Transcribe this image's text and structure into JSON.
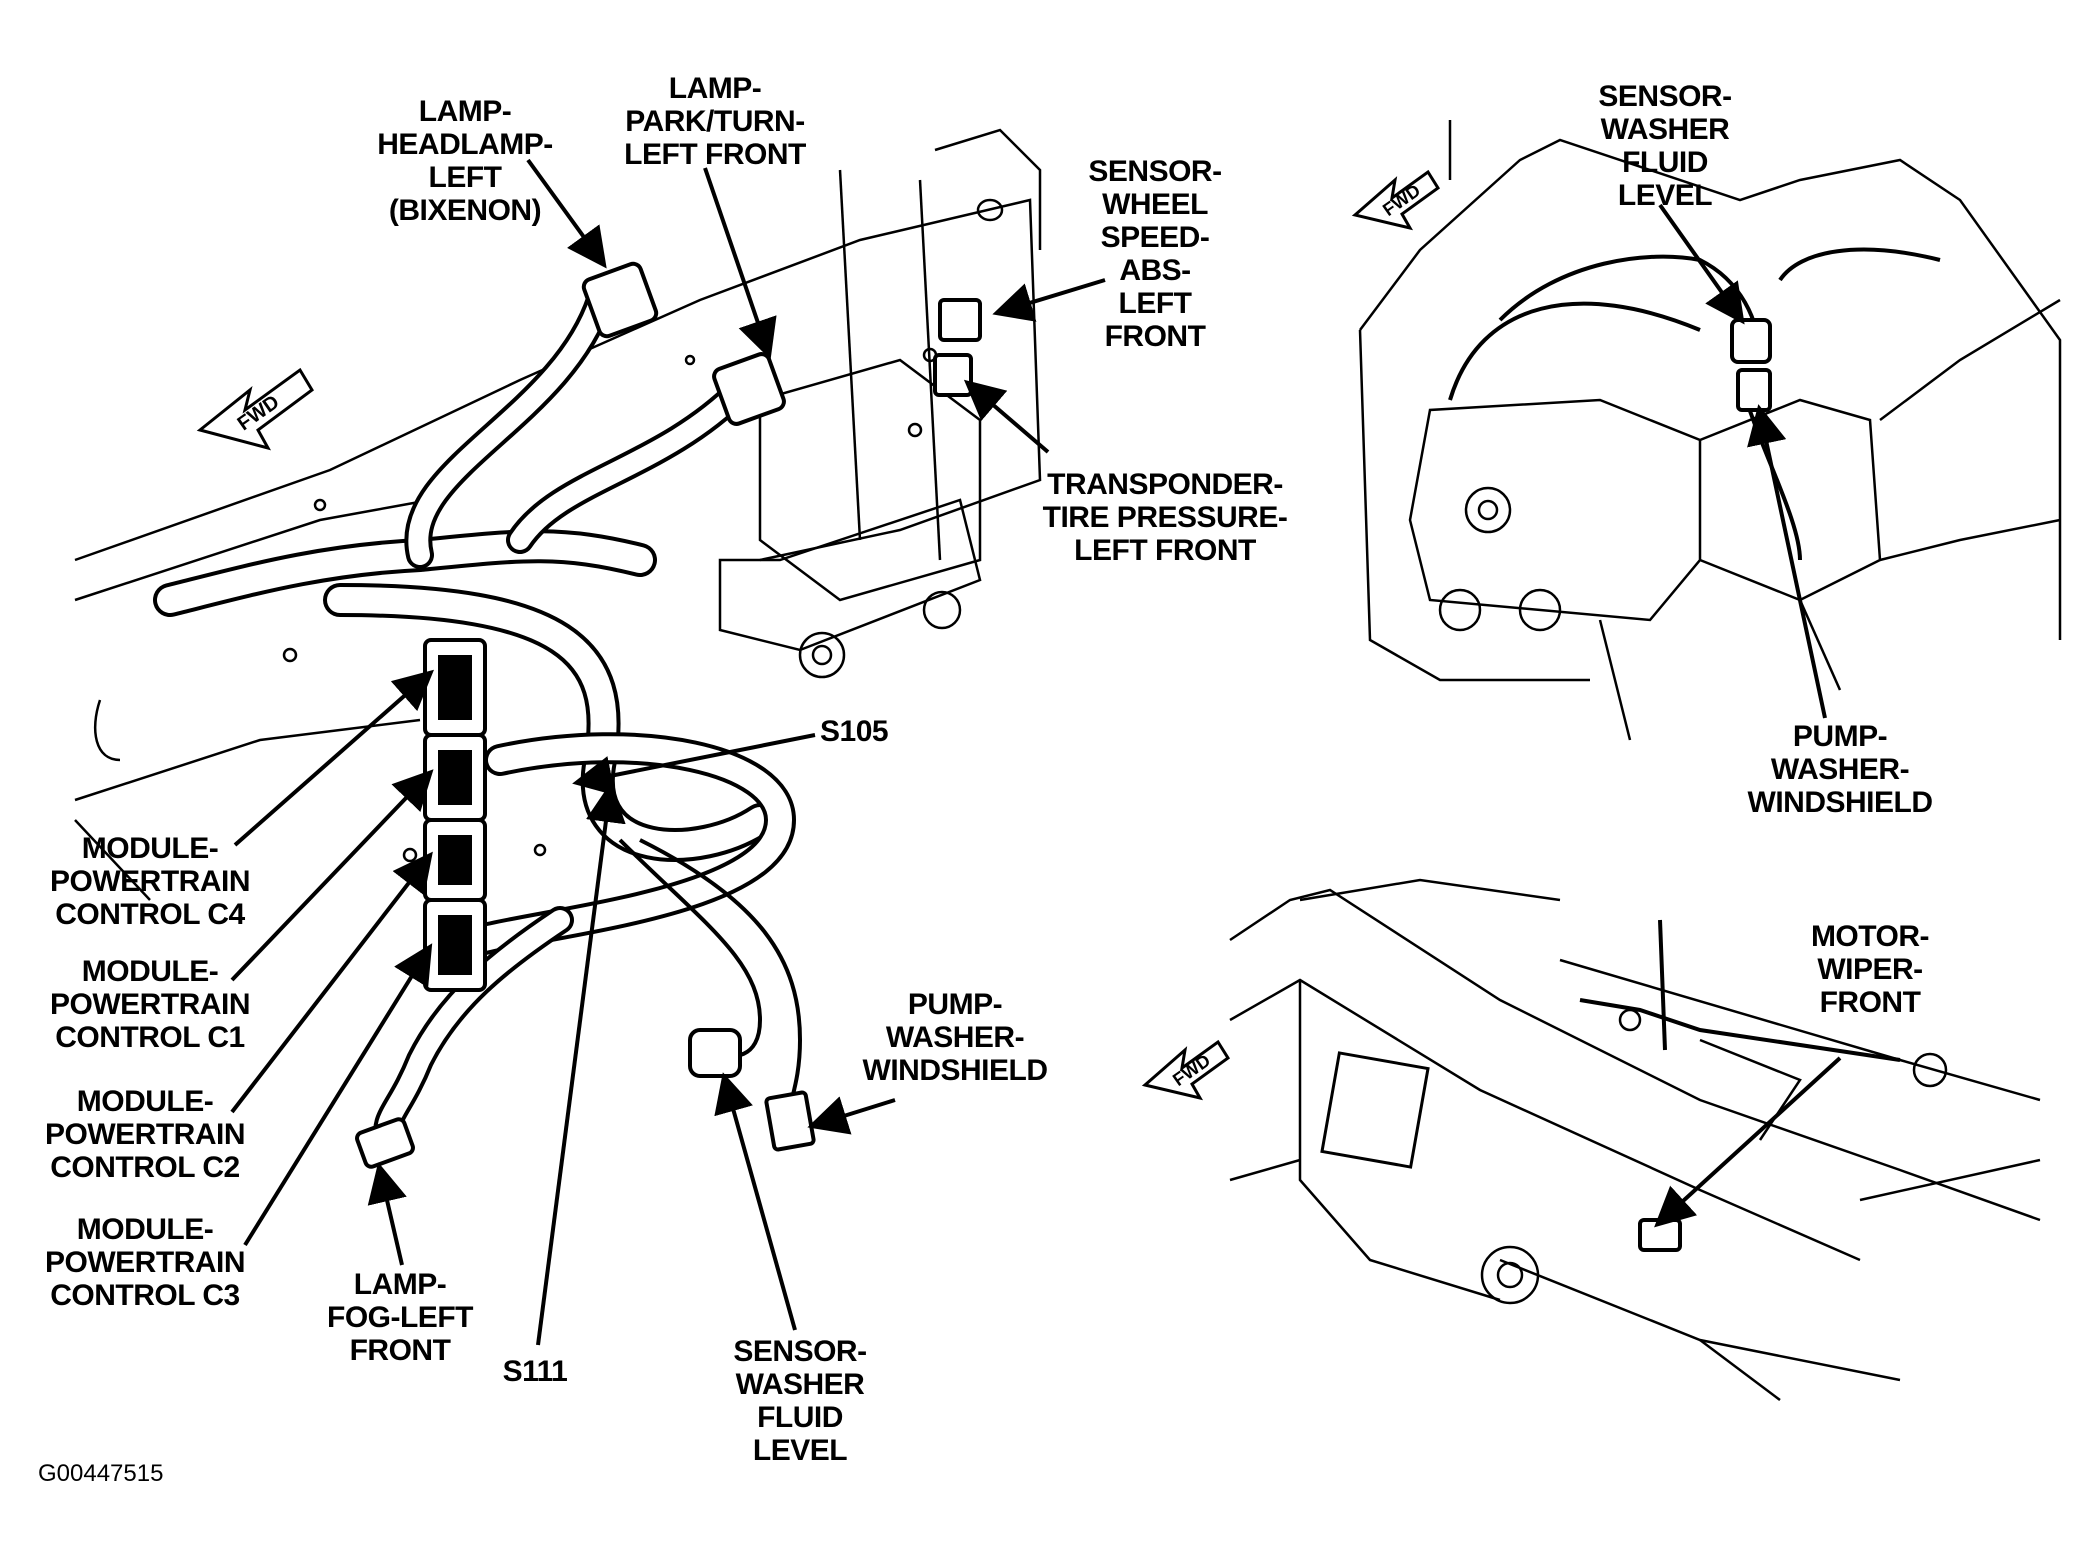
{
  "figure_id": "G00447515",
  "left_view": {
    "fwd_arrow": "FWD",
    "callouts": {
      "lamp_headlamp_left": [
        "LAMP-",
        "HEADLAMP-",
        "LEFT",
        "(BIXENON)"
      ],
      "lamp_park_turn": [
        "LAMP-",
        "PARK/TURN-",
        "LEFT FRONT"
      ],
      "sensor_wheel_speed": [
        "SENSOR-",
        "WHEEL",
        "SPEED-",
        "ABS-",
        "LEFT",
        "FRONT"
      ],
      "transponder": [
        "TRANSPONDER-",
        "TIRE PRESSURE-",
        "LEFT FRONT"
      ],
      "s105": [
        "S105"
      ],
      "pcm_c4": [
        "MODULE-",
        "POWERTRAIN",
        "CONTROL C4"
      ],
      "pcm_c1": [
        "MODULE-",
        "POWERTRAIN",
        "CONTROL C1"
      ],
      "pcm_c2": [
        "MODULE-",
        "POWERTRAIN",
        "CONTROL C2"
      ],
      "pcm_c3": [
        "MODULE-",
        "POWERTRAIN",
        "CONTROL C3"
      ],
      "lamp_fog": [
        "LAMP-",
        "FOG-LEFT",
        "FRONT"
      ],
      "s111": [
        "S111"
      ],
      "sensor_washer_fluid": [
        "SENSOR-",
        "WASHER",
        "FLUID",
        "LEVEL"
      ],
      "pump_washer": [
        "PUMP-",
        "WASHER-",
        "WINDSHIELD"
      ]
    }
  },
  "top_right_view": {
    "fwd_arrow": "FWD",
    "callouts": {
      "sensor_washer_fluid": [
        "SENSOR-",
        "WASHER",
        "FLUID",
        "LEVEL"
      ],
      "pump_washer": [
        "PUMP-",
        "WASHER-",
        "WINDSHIELD"
      ]
    }
  },
  "bottom_right_view": {
    "fwd_arrow": "FWD",
    "callouts": {
      "motor_wiper": [
        "MOTOR-",
        "WIPER-",
        "FRONT"
      ]
    }
  }
}
